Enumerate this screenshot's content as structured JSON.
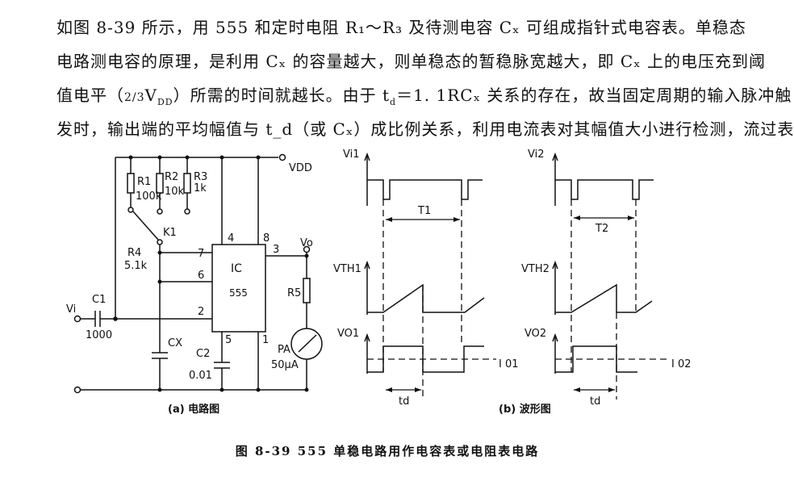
{
  "text": {
    "line1": "如图 8-39 所示，用 555 和定时电阻 R₁～R₃ 及待测电容 Cₓ 可组成指针式电容表。单稳态",
    "line2": "电路测电容的原理，是利用 Cₓ 的容量越大，则单稳态的暂稳脉宽越大，即 Cₓ 上的电压充到阈",
    "line3a": "值电平（",
    "line3frac": "2/3",
    "line3b": "V",
    "line3sub": "DD",
    "line3c": "）所需的时间就越长。由于 t",
    "line3d": "d",
    "line3e": "＝1. 1RCₓ 关系的存在，故当固定周期的输入脉冲触",
    "line4": "发时，输出端的平均幅值与 t_d（或 Cₓ）成比例关系，利用电流表对其幅值大小进行检测，流过表"
  },
  "circuit": {
    "vdd": "VDD",
    "r1": "R1",
    "r1_val": "100k",
    "r2": "R2",
    "r2_val": "10k",
    "r3": "R3",
    "r3_val": "1k",
    "k1": "K1",
    "r4": "R4",
    "r4_val": "5.1k",
    "ic": "IC",
    "ic_part": "555",
    "pin2": "2",
    "pin3": "3",
    "pin4": "4",
    "pin5": "5",
    "pin6": "6",
    "pin7": "7",
    "pin8": "8",
    "pin1": "1",
    "vi": "Vi",
    "c1": "C1",
    "c1_val": "1000",
    "cx": "CX",
    "c2": "C2",
    "c2_val": "0.01",
    "vo": "Vo",
    "r5": "R5",
    "pa": "PA",
    "pa_val": "50μA",
    "label": "(a) 电路图"
  },
  "waveform": {
    "vi1": "Vi1",
    "vi2": "Vi2",
    "t1": "T1",
    "t2": "T2",
    "vth1": "VTH1",
    "vth2": "VTH2",
    "vo1": "VO1",
    "vo2": "VO2",
    "i01": "I 01",
    "i02": "I 02",
    "td_left": "td",
    "td_right": "td",
    "label": "(b) 波形图"
  },
  "caption": "图 8-39   555 单稳电路用作电容表或电阻表电路"
}
